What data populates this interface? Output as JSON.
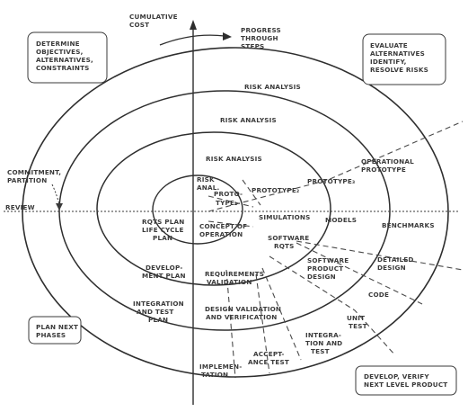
{
  "axis": {
    "cumulative_cost": [
      "CUMULATIVE",
      "COST"
    ],
    "progress": [
      "PROGRESS",
      "THROUGH",
      "STEPS"
    ],
    "commitment": [
      "COMMITMENT,",
      "PARTITION"
    ],
    "review": "REVIEW"
  },
  "quadrants": {
    "top_left": [
      "DETERMINE",
      "OBJECTIVES,",
      "ALTERNATIVES,",
      "CONSTRAINTS"
    ],
    "top_right": [
      "EVALUATE",
      "ALTERNATIVES",
      "IDENTIFY,",
      "RESOLVE RISKS"
    ],
    "bottom_left": [
      "PLAN NEXT",
      "PHASES"
    ],
    "bottom_right": [
      "DEVELOP, VERIFY",
      "NEXT LEVEL PRODUCT"
    ]
  },
  "risk": {
    "outer": "RISK ANALYSIS",
    "second": "RISK ANALYSIS",
    "third": "RISK ANALYSIS",
    "inner": [
      "RISK",
      "ANAL."
    ]
  },
  "prototypes": {
    "p1": [
      "PROTO-",
      "TYPE₁"
    ],
    "p2": "PROTOTYPE₂",
    "p3": "PROTOTYPE₃",
    "operational": [
      "OPERATIONAL",
      "PROTOTYPE"
    ]
  },
  "middle": {
    "simulations": "SIMULATIONS",
    "models": "MODELS",
    "benchmarks": "BENCHMARKS"
  },
  "plans": {
    "rqts_plan": [
      "RQTS PLAN",
      "LIFE CYCLE",
      "PLAN"
    ],
    "concept": [
      "CONCEPT OF",
      "OPERATION"
    ],
    "software_rqts": [
      "SOFTWARE",
      "RQTS"
    ],
    "development_plan": [
      "DEVELOP-",
      "MENT PLAN"
    ],
    "requirements_validation": [
      "REQUIREMENTS",
      "VALIDATION"
    ],
    "product_design": [
      "SOFTWARE",
      "PRODUCT",
      "DESIGN"
    ],
    "detailed_design": [
      "DETAILED",
      "DESIGN"
    ],
    "integration_plan": [
      "INTEGRATION",
      "AND TEST",
      "PLAN"
    ],
    "design_validation": [
      "DESIGN VALIDATION",
      "AND VERIFICATION"
    ],
    "code": "CODE",
    "unit_test": [
      "UNIT",
      "TEST"
    ],
    "integration_test": [
      "INTEGRA-",
      "TION AND",
      "TEST"
    ],
    "acceptance_test": [
      "ACCEPT-",
      "ANCE TEST"
    ],
    "implementation": [
      "IMPLEMEN-",
      "TATION"
    ]
  }
}
